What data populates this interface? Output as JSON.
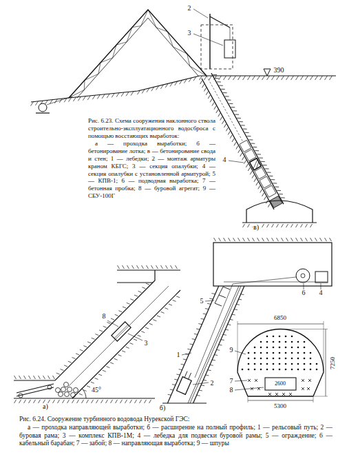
{
  "diagram": {
    "labels": [
      "2",
      "3",
      "390",
      "4",
      "в)",
      "Рис. 6.23. Схема сооружения наклонного ствола строительно-эксплуатационного водосброса с помощью восстающих выработок:",
      "а — проходка выработки; б — бетонирование лотка; в — бетонирование свода и стен; 1 — лебедки; 2 — монтаж арматуры краном КБГС; 3 — секция опалубки; 4 — секция опалубки с установленной арматурой; 5 — КПВ-1; 6 — подводная выработка; 7 — бетонная пробка; 8 — буровой агрегат; 9 — СБУ-100Г",
      "8",
      "3",
      "45°",
      "а)",
      "6",
      "4",
      "5",
      "1",
      "2",
      "б)",
      "6850",
      "7250",
      "2600",
      "5300",
      "9",
      "7",
      "8",
      "Рис. 6.24. Сооружение турбинного водовода Нурекской ГЭС:",
      "а — проходка направляющей выработки; б — расширение на полный профиль; 1 — рельсовый путь; 2 — буровая рама; 3 — комплекс КПВ-1М; 4 — лебедка для подвески буровой рамы; 5 — ограждение; 6 — кабельный барабан; 7 — забой; 8 — направляющая выработка; 9 — шпуры"
    ]
  }
}
